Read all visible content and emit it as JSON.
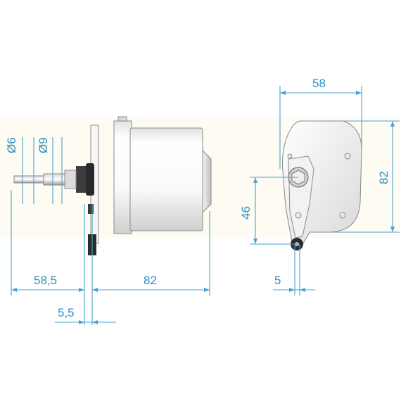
{
  "colors": {
    "dimension": "#3a9ad3",
    "background_band": "#fdfbf2",
    "part_outline": "#8a8a8a",
    "dark_part": "#2c2c2c"
  },
  "labels": {
    "shaft_diameter": "Ø6",
    "nut_diameter": "Ø9",
    "shaft_length": "58,5",
    "body_length": "82",
    "plate_thickness": "5,5",
    "bracket_width": "58",
    "bracket_height": "82",
    "hole_offset": "46",
    "arm_width": "5"
  }
}
